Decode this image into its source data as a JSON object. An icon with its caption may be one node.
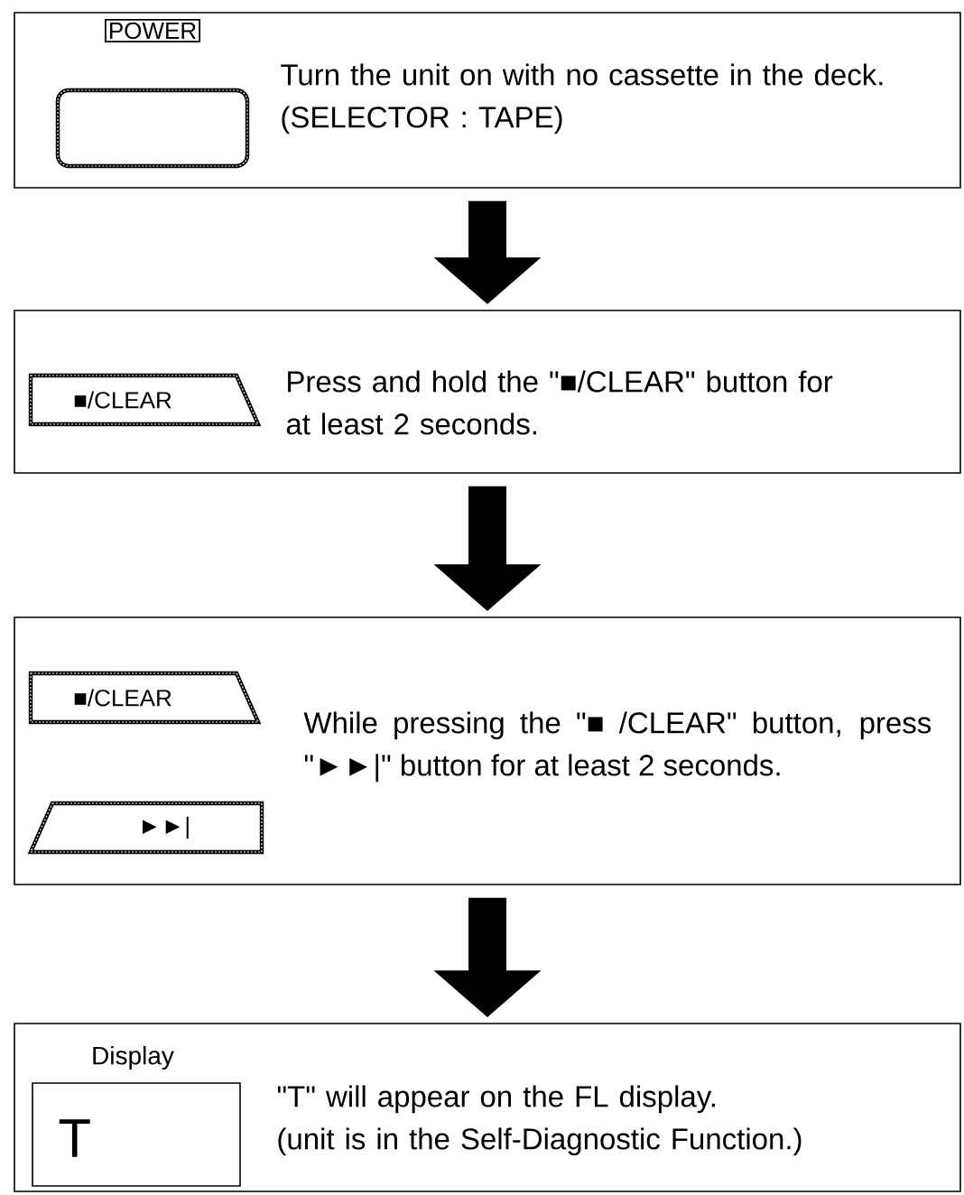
{
  "diagram": {
    "nodes": [
      {
        "text": [
          "Turn the unit on with no cassette in the deck. (SELECTOR : TAPE)"
        ]
      },
      {
        "text": [
          "POWER"
        ],
        "in": 0
      },
      {
        "text": [
          "Press and hold the \"■/CLEAR\" button for at least 2 seconds."
        ]
      },
      {
        "text": [
          "■/CLEAR"
        ],
        "in": 2
      },
      {
        "text": [
          "While pressing the \"■ /CLEAR\" button, press \"►►|\" button for at least 2 seconds."
        ]
      },
      {
        "text": [
          "■/CLEAR"
        ],
        "in": 4
      },
      {
        "text": [
          "►►|"
        ],
        "in": 4
      },
      {
        "text": [
          "\"T\" will appear on the FL display.",
          "(unit is in the Self-Diagnostic Function.)"
        ]
      },
      {
        "text": [
          "Display",
          "T"
        ],
        "in": 7
      }
    ],
    "edges": [
      {
        "from": 0,
        "to": 2,
        "arrow": "to"
      },
      {
        "from": 2,
        "to": 4,
        "arrow": "to"
      },
      {
        "from": 4,
        "to": 7,
        "arrow": "to"
      }
    ]
  }
}
